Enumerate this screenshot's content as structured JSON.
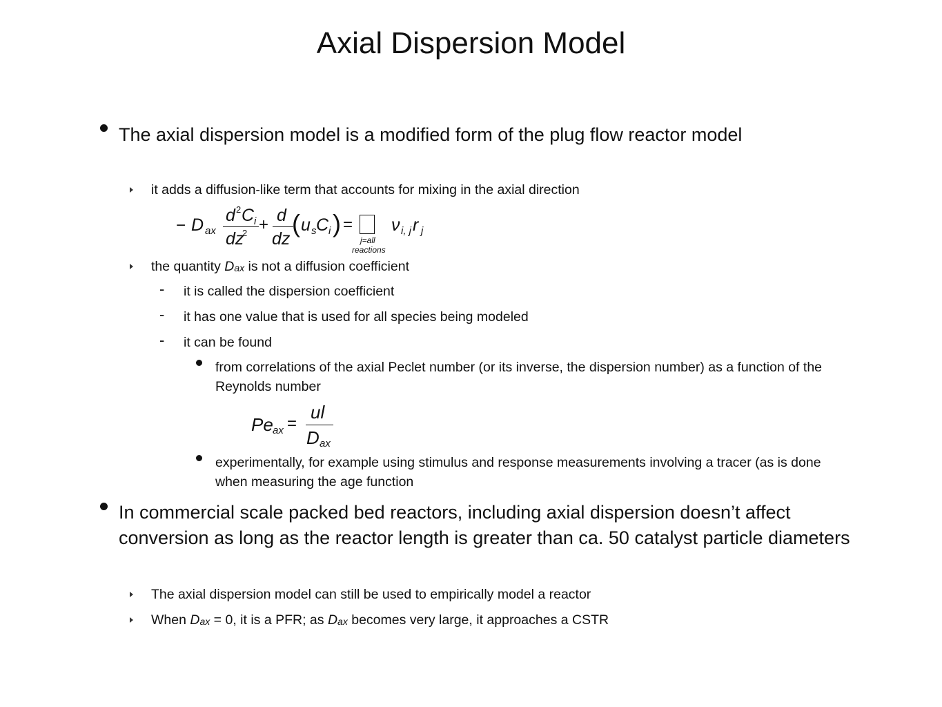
{
  "title": "Axial Dispersion Model",
  "bullet1": {
    "text": "The axial dispersion model is a modified form of the plug flow reactor model",
    "sub1": "it adds a diffusion-like term that accounts for mixing in the axial direction",
    "equation1": {
      "minus": "−",
      "D": "D",
      "ax": "ax",
      "num_d": "d",
      "num_sup": "2",
      "num_C": "C",
      "num_i": "i",
      "den_dz": "dz",
      "den_sup": "2",
      "plus": "+",
      "d2": "d",
      "dz2": "dz",
      "lparen": "(",
      "u": "u",
      "s": "s",
      "C": "C",
      "i": "i",
      "rparen": ")",
      "equals": "=",
      "nu": "ν",
      "nu_sub": "i, j",
      "r": "r",
      "r_sub": "j",
      "sum_lower1": "j=all",
      "sum_lower2": "reactions"
    },
    "sub2": {
      "pre": "the quantity ",
      "D": "D",
      "ax": "ax",
      "post": " is not a diffusion coefficient"
    },
    "dash1": "it is called the dispersion coefficient",
    "dash2": "it has one value that is used for all species being modeled",
    "dash3": "it can be found",
    "dot1": "from correlations of the axial Peclet number (or its inverse, the dispersion number) as a function of the Reynolds number",
    "equation2": {
      "Pe": "Pe",
      "ax": "ax",
      "equals": "=",
      "num": "ul",
      "D": "D",
      "den_ax": "ax"
    },
    "dot2": "experimentally, for example using stimulus and response measurements involving a tracer (as is done when measuring the age function"
  },
  "bullet2": {
    "text": "In commercial scale packed bed reactors, including axial dispersion doesn’t affect conversion as long as the reactor length is greater than ca. 50 catalyst particle diameters",
    "sub1": "The axial dispersion model can still be used to empirically model a reactor",
    "sub2": {
      "pre": "When ",
      "D1": "D",
      "ax1": "ax",
      "mid": " = 0, it is a PFR; as ",
      "D2": "D",
      "ax2": "ax",
      "post": " becomes very large, it approaches a CSTR"
    }
  }
}
